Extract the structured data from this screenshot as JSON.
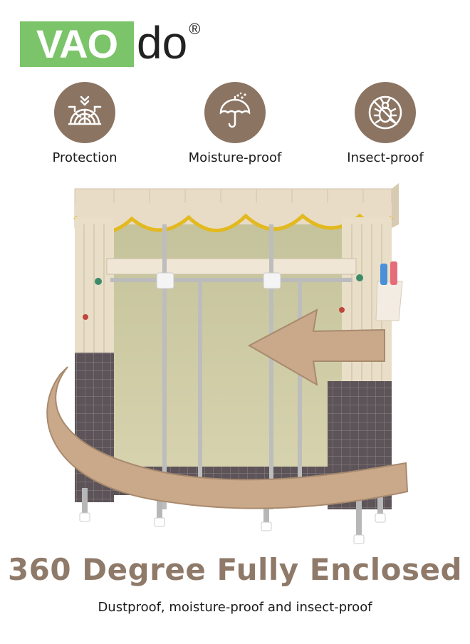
{
  "brand": {
    "logo_box": "VAO",
    "logo_tail": "do",
    "registered": "®"
  },
  "features": [
    {
      "label": "Protection",
      "icon": "protection-icon"
    },
    {
      "label": "Moisture-proof",
      "icon": "umbrella-icon"
    },
    {
      "label": "Insect-proof",
      "icon": "no-bug-icon"
    }
  ],
  "headline": "360 Degree Fully Enclosed",
  "subline": "Dustproof, moisture-proof and insect-proof",
  "colors": {
    "logo_green": "#7cc46a",
    "icon_brown": "#8b7462",
    "headline_brown": "#8f7a6a",
    "wardrobe_beige": "#e6d9c3",
    "wardrobe_grid": "#5d5459",
    "arrow_tan": "#c9a98a"
  }
}
